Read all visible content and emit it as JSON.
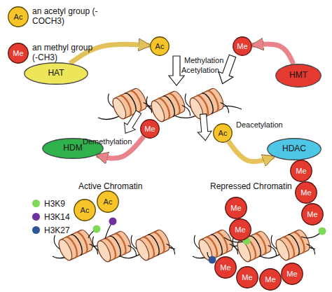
{
  "diagram": {
    "nodes": [
      {
        "text": [
          "Ac"
        ]
      },
      {
        "text": [
          "Me"
        ]
      },
      {
        "text": [
          "Ac"
        ]
      },
      {
        "text": [
          "Me"
        ]
      },
      {
        "text": [
          "HAT"
        ]
      },
      {
        "text": [
          "HMT"
        ]
      },
      {
        "text": [
          "Me"
        ]
      },
      {
        "text": [
          "Ac"
        ]
      },
      {
        "text": [
          "HDM"
        ]
      },
      {
        "text": [
          "HDAC"
        ]
      },
      {
        "text": [
          "Ac"
        ]
      },
      {
        "text": [
          "Ac"
        ]
      },
      {
        "text": [
          "Me"
        ]
      },
      {
        "text": [
          "Me"
        ]
      },
      {
        "text": [
          "Me"
        ]
      },
      {
        "text": [
          "Me"
        ]
      },
      {
        "text": [
          "Me"
        ]
      },
      {
        "text": [
          "Me"
        ]
      },
      {
        "text": [
          "Me"
        ]
      },
      {
        "text": [
          "Me"
        ]
      },
      {
        "text": [
          "Me"
        ]
      }
    ],
    "edges": [
      {
        "from": 4,
        "to": 2,
        "arrow": "to"
      },
      {
        "from": 5,
        "to": 3,
        "arrow": "to"
      },
      {
        "from": 6,
        "to": 8,
        "arrow": "to"
      },
      {
        "from": 7,
        "to": 9,
        "arrow": "to"
      }
    ],
    "labels": [
      "an acetyl group (-COCH3)",
      "an methyl group (-CH3)",
      "Acetylation",
      "Methylation",
      "Demethylation",
      "Deacetylation",
      "Active Chromatin",
      "Repressed Chromatin"
    ],
    "legend": [
      {
        "text": "H3K9",
        "color": "#7ed957"
      },
      {
        "text": "H3K14",
        "color": "#7030a0"
      },
      {
        "text": "H3K27",
        "color": "#2f5597"
      }
    ]
  }
}
